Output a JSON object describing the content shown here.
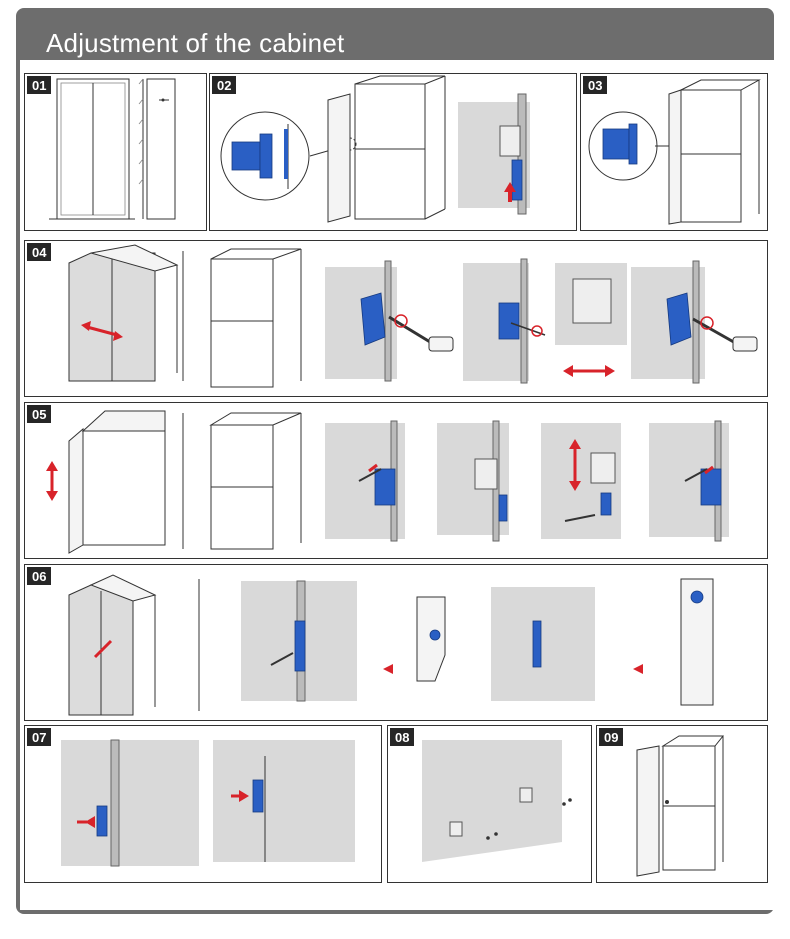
{
  "header": {
    "title": "Adjustment of the cabinet"
  },
  "steps": [
    {
      "number": "01"
    },
    {
      "number": "02"
    },
    {
      "number": "03"
    },
    {
      "number": "04"
    },
    {
      "number": "05"
    },
    {
      "number": "06"
    },
    {
      "number": "07"
    },
    {
      "number": "08"
    },
    {
      "number": "09"
    }
  ],
  "colors": {
    "accent_blue": "#2a5fc4",
    "arrow_red": "#d8232a",
    "header_grey": "#6d6d6d"
  }
}
